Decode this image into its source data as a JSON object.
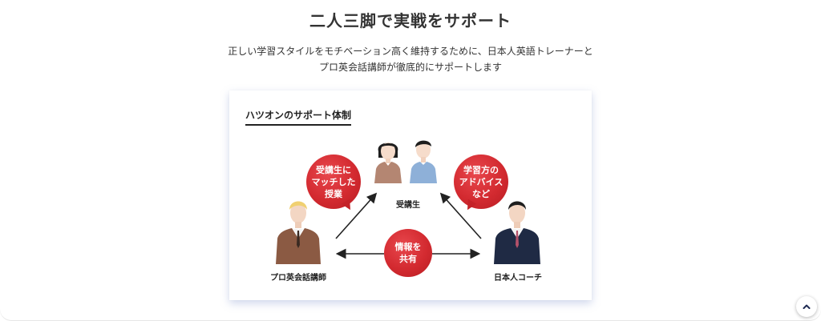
{
  "section": {
    "title": "二人三脚で実戦をサポート",
    "lead_line1": "正しい学習スタイルをモチベーション高く維持するために、日本人英語トレーナーと",
    "lead_line2": "プロ英会話講師が徹底的にサポートします"
  },
  "diagram": {
    "heading": "ハツオンのサポート体制",
    "bubble_left": "受講生に\nマッチした\n授業",
    "bubble_right": "学習方の\nアドバイス\nなど",
    "bubble_center": "情報を\n共有",
    "label_students": "受講生",
    "label_instructor": "プロ英会話講師",
    "label_coach": "日本人コーチ"
  },
  "colors": {
    "accent_red": "#d32a30",
    "arrow": "#222222"
  },
  "icons": {
    "scroll_top": "chevron-up-icon"
  }
}
